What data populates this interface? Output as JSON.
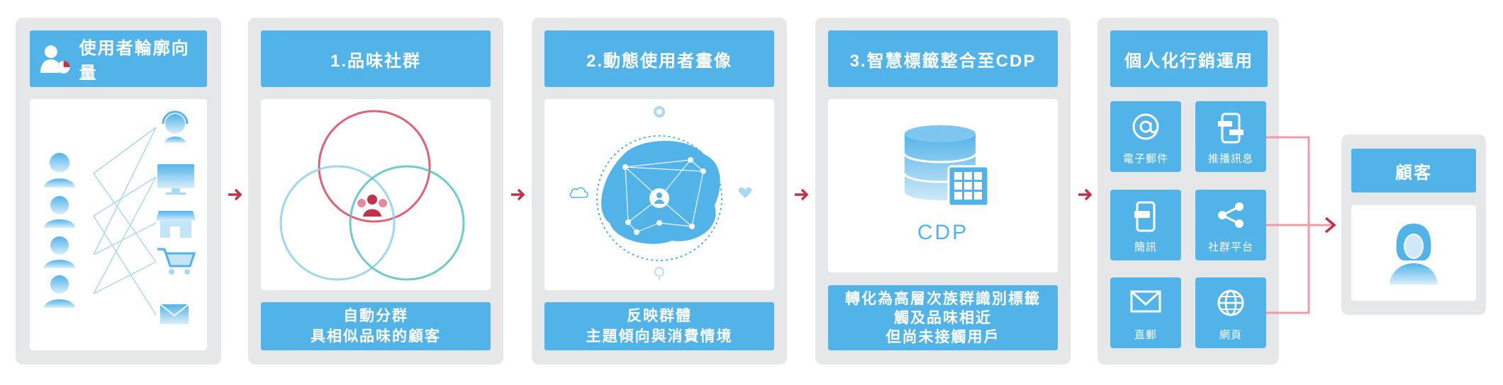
{
  "panel0": {
    "header": "使用者輪廓向量"
  },
  "panel1": {
    "header": "1.品味社群",
    "footer_line1": "自動分群",
    "footer_line2": "具相似品味的顧客"
  },
  "panel2": {
    "header": "2.動態使用者畫像",
    "footer_line1": "反映群體",
    "footer_line2": "主題傾向與消費情境"
  },
  "panel3": {
    "header": "3.智慧標籤整合至CDP",
    "cdp_label": "CDP",
    "footer_line1": "轉化為高層次族群識別標籤",
    "footer_line2": "觸及品味相近",
    "footer_line3": "但尚未接觸用戶"
  },
  "panel4": {
    "header": "個人化行銷運用",
    "tiles": [
      {
        "label": "電子郵件",
        "icon": "at-sign-icon"
      },
      {
        "label": "推播訊息",
        "icon": "push-notification-icon"
      },
      {
        "label": "簡訊",
        "icon": "sms-phone-icon"
      },
      {
        "label": "社群平台",
        "icon": "share-icon"
      },
      {
        "label": "直郵",
        "icon": "envelope-icon"
      },
      {
        "label": "網頁",
        "icon": "globe-icon"
      }
    ]
  },
  "panel5": {
    "header": "顧客"
  },
  "colors": {
    "blue": "#52b3e9",
    "panel_gray": "#e6e7e8",
    "arrow_red": "#c0324a",
    "connector_pink": "#f29aa8"
  }
}
